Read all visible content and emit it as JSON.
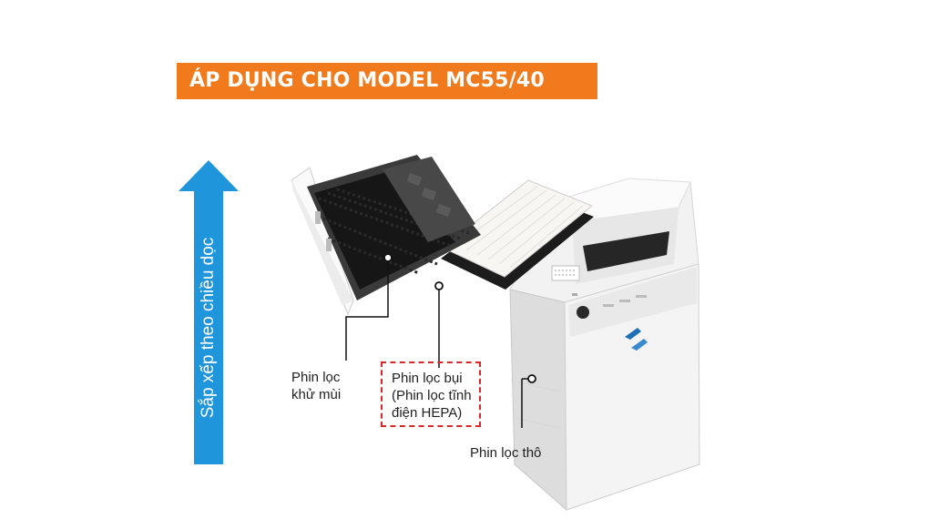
{
  "banner": {
    "text": "ÁP DỤNG CHO MODEL MC55/40"
  },
  "arrow": {
    "label": "Sắp xếp theo chiều dọc"
  },
  "callouts": {
    "deodorizing": {
      "line1": "Phin lọc",
      "line2": "khử mùi"
    },
    "hepa": {
      "line1": "Phin lọc bụi",
      "line2": "(Phin lọc tĩnh",
      "line3": "điện HEPA)"
    },
    "coarse": {
      "line1": "Phin lọc thô"
    }
  },
  "colors": {
    "banner": "#f07a1c",
    "arrow": "#1f95dc",
    "hepa_box_border": "#d8282c"
  }
}
